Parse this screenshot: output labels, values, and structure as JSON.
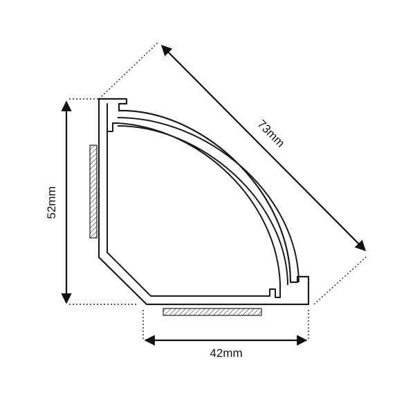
{
  "dimensions": {
    "diagonal": "73mm",
    "height": "52mm",
    "width": "42mm"
  },
  "colors": {
    "line": "#1a1a1a",
    "hatch": "#333333",
    "background": "#ffffff"
  }
}
